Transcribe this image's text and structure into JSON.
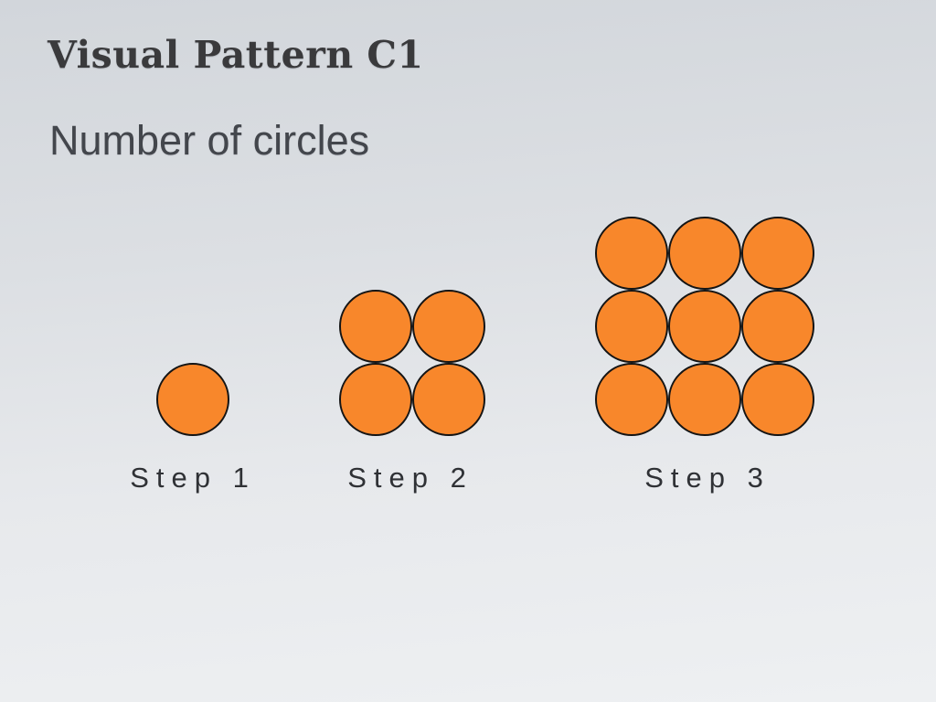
{
  "slide": {
    "title": "Visual Pattern C1",
    "subtitle": "Number of circles",
    "steps": [
      {
        "label": "Step 1",
        "rows": 1,
        "cols": 1,
        "circle_count": 1
      },
      {
        "label": "Step 2",
        "rows": 2,
        "cols": 2,
        "circle_count": 4
      },
      {
        "label": "Step 3",
        "rows": 3,
        "cols": 3,
        "circle_count": 9
      }
    ],
    "colors": {
      "circle_fill": "#F8872B",
      "circle_stroke": "#141414",
      "title_text": "#3A3A3C",
      "subtitle_text": "#43464C",
      "label_text": "#2F3135",
      "background_top": "#D2D6DB",
      "background_bottom": "#EEF0F2"
    }
  }
}
